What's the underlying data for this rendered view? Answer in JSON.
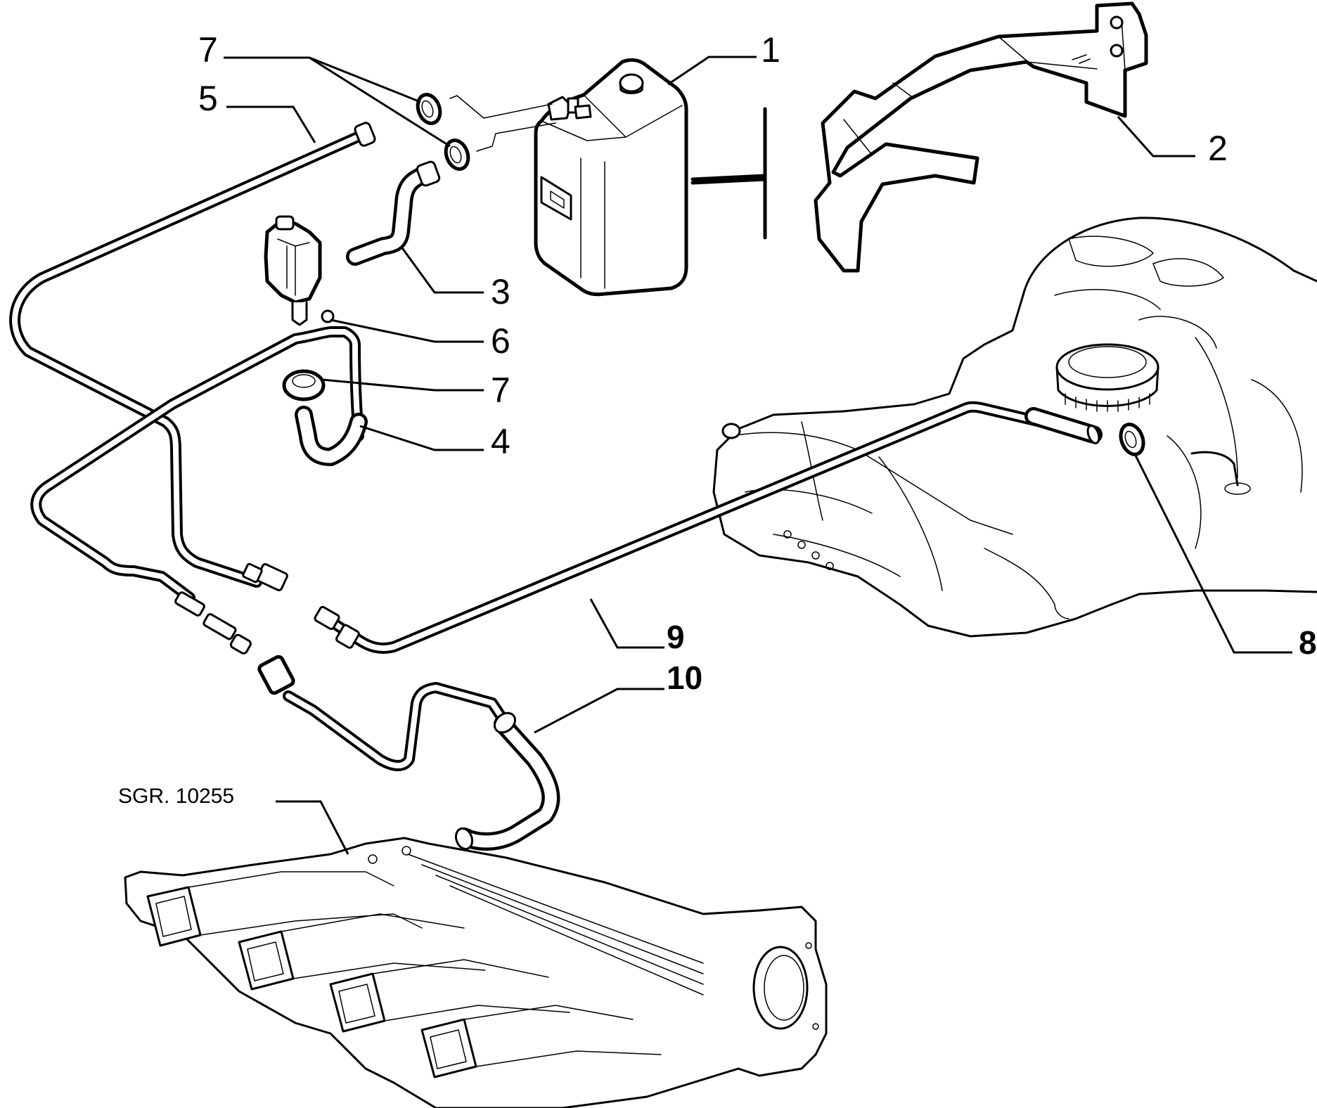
{
  "diagram": {
    "title": "Fuel vapour recovery system - exploded parts view",
    "callouts": [
      {
        "id": "c1",
        "label": "1",
        "part": "canister"
      },
      {
        "id": "c2",
        "label": "2",
        "part": "canister-bracket"
      },
      {
        "id": "c3",
        "label": "3",
        "part": "vapour-hose"
      },
      {
        "id": "c4",
        "label": "4",
        "part": "return-hose"
      },
      {
        "id": "c5",
        "label": "5",
        "part": "vapour-pipe"
      },
      {
        "id": "c6",
        "label": "6",
        "part": "purge-valve"
      },
      {
        "id": "c7a",
        "label": "7",
        "part": "hose-clamp"
      },
      {
        "id": "c7b",
        "label": "7",
        "part": "hose-clamp"
      },
      {
        "id": "c8",
        "label": "8",
        "part": "tank-clamp"
      },
      {
        "id": "c9",
        "label": "9",
        "part": "tank-vapour-pipe"
      },
      {
        "id": "c10",
        "label": "10",
        "part": "manifold-hose"
      }
    ],
    "reference": {
      "label": "SGR. 10255",
      "part": "intake-manifold"
    }
  }
}
